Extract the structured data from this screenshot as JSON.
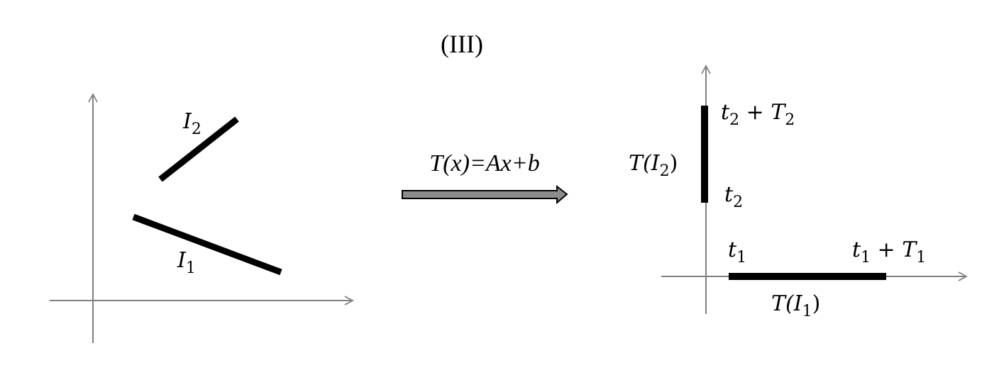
{
  "title": "(III)",
  "transform_label": "T(x)=Ax+b",
  "colors": {
    "axis": "#808080",
    "segment": "#000000",
    "arrow_fill": "#8c8c8c",
    "arrow_stroke": "#000000"
  },
  "left_panel": {
    "segments": [
      {
        "name": "I",
        "sub": "1"
      },
      {
        "name": "I",
        "sub": "2"
      }
    ]
  },
  "right_panel": {
    "vertical_segment": {
      "label_main": "T(I",
      "label_sub": "2",
      "label_close": ")",
      "bottom_label": {
        "main": "t",
        "sub": "2"
      },
      "top_label": {
        "main": "t",
        "sub": "2",
        "plus": " + T",
        "sub2": "2"
      }
    },
    "horizontal_segment": {
      "label_main": "T(I",
      "label_sub": "1",
      "label_close": ")",
      "left_label": {
        "main": "t",
        "sub": "1"
      },
      "right_label": {
        "main": "t",
        "sub": "1",
        "plus": " + T",
        "sub2": "1"
      }
    }
  }
}
